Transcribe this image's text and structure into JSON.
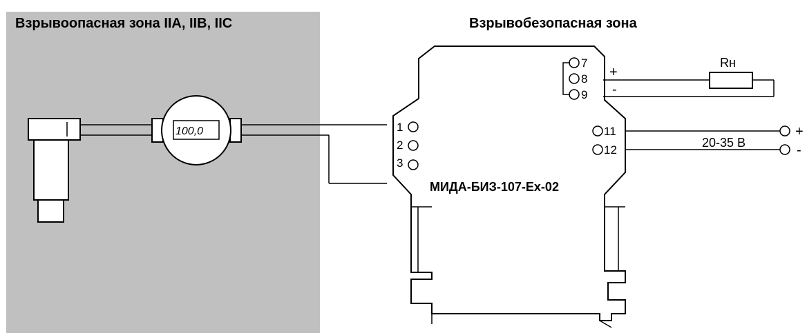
{
  "zones": {
    "hazardous_title": "Взрывоопасная зона IIA, IIB, IIC",
    "safe_title": "Взрывобезопасная зона"
  },
  "indicator": {
    "display_value": "100,0"
  },
  "barrier": {
    "model_label": "МИДА-БИЗ-107-Ex-02"
  },
  "terminals": {
    "t1": "1",
    "t2": "2",
    "t3": "3",
    "t7": "7",
    "t8": "8",
    "t9": "9",
    "t11": "11",
    "t12": "12"
  },
  "load": {
    "label": "Rн",
    "plus": "+",
    "minus": "-"
  },
  "power": {
    "voltage": "20-35 В",
    "plus": "+",
    "minus": "-"
  },
  "colors": {
    "hazard_zone_fill": "#c0c0c0",
    "line": "#000000"
  }
}
